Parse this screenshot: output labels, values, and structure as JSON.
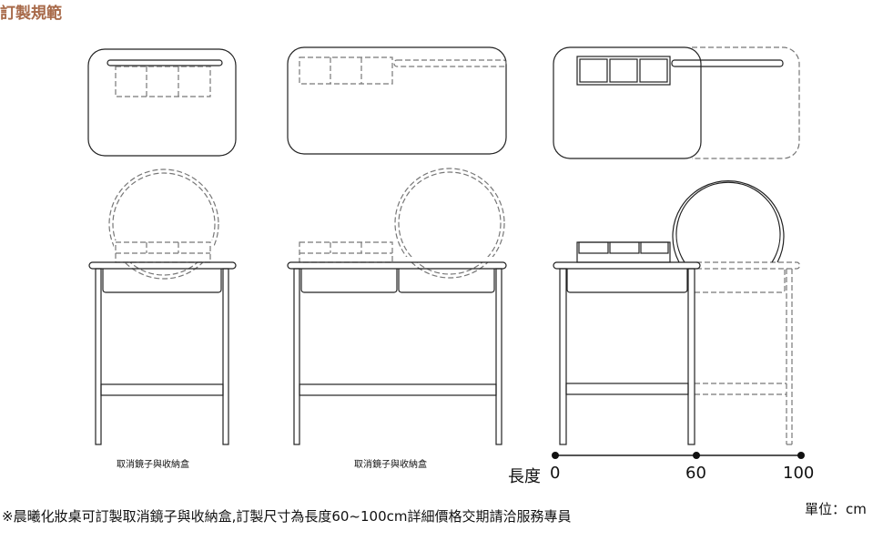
{
  "title": "訂製規範",
  "captions": [
    "取消鏡子與收納盒",
    "取消鏡子與收納盒"
  ],
  "scale": {
    "label": "長度",
    "ticks": [
      "0",
      "60",
      "100"
    ]
  },
  "note": "※晨曦化妝桌可訂製取消鏡子與收納盒,訂製尺寸為長度60~100cm詳細價格交期請洽服務專員",
  "unit": "單位：cm",
  "colors": {
    "title": "#a86a4a",
    "line": "#222222",
    "dashed": "#777777"
  }
}
